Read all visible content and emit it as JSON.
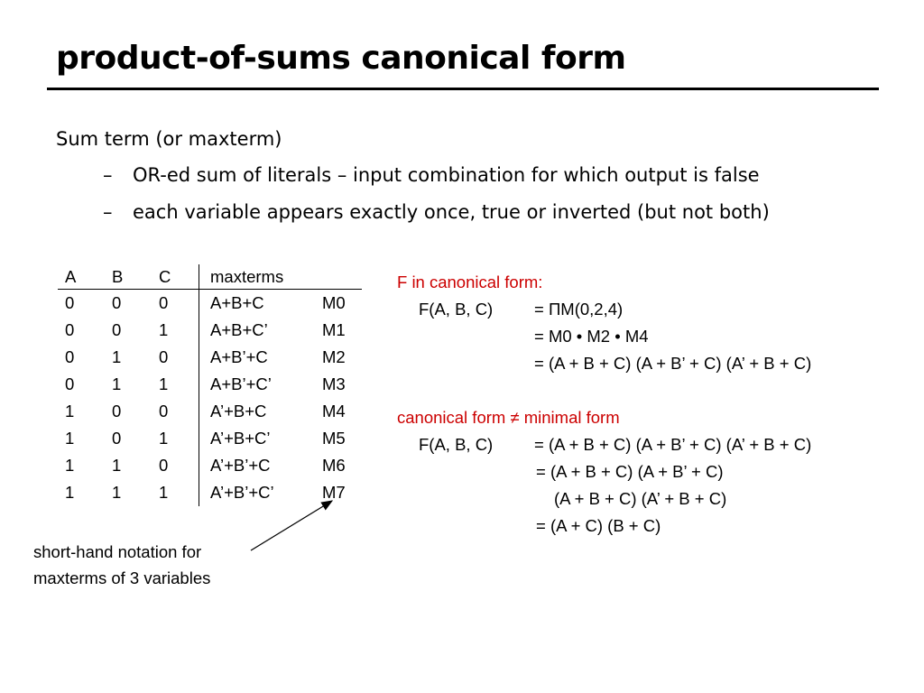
{
  "title": "product-of-sums canonical form",
  "bullets": {
    "main": "Sum term (or maxterm)",
    "sub": [
      {
        "dash": "–",
        "text": "OR-ed sum of literals – input combination for which output is false"
      },
      {
        "dash": "–",
        "text": "each variable appears exactly once, true or inverted (but not both)"
      }
    ]
  },
  "table": {
    "headers": {
      "a": "A",
      "b": "B",
      "c": "C",
      "maxterms": "maxterms"
    },
    "rows": [
      {
        "a": "0",
        "b": "0",
        "c": "0",
        "expr": "A+B+C",
        "m": "M0"
      },
      {
        "a": "0",
        "b": "0",
        "c": "1",
        "expr": "A+B+C’",
        "m": "M1"
      },
      {
        "a": "0",
        "b": "1",
        "c": "0",
        "expr": "A+B’+C",
        "m": "M2"
      },
      {
        "a": "0",
        "b": "1",
        "c": "1",
        "expr": "A+B’+C’",
        "m": "M3"
      },
      {
        "a": "1",
        "b": "0",
        "c": "0",
        "expr": "A’+B+C",
        "m": "M4"
      },
      {
        "a": "1",
        "b": "0",
        "c": "1",
        "expr": "A’+B+C’",
        "m": "M5"
      },
      {
        "a": "1",
        "b": "1",
        "c": "0",
        "expr": "A’+B’+C",
        "m": "M6"
      },
      {
        "a": "1",
        "b": "1",
        "c": "1",
        "expr": "A’+B’+C’",
        "m": "M7"
      }
    ]
  },
  "canonical": {
    "heading": "F in canonical form:",
    "lhs": "F(A, B, C)",
    "line1": "= ΠM(0,2,4)",
    "line2": "=  M0 • M2 • M4",
    "line3": "=  (A + B + C) (A + B’ + C) (A’ + B + C)"
  },
  "minimal": {
    "heading": "canonical form ≠ minimal form",
    "lhs": "F(A, B, C)",
    "line1": "= (A + B + C) (A + B’ + C) (A’ + B + C)",
    "line2": "= (A + B + C) (A + B’ + C)",
    "line3": "(A + B + C) (A’ + B + C)",
    "line4": "= (A + C) (B + C)"
  },
  "note": {
    "line1": "short-hand notation for",
    "line2": "maxterms of 3 variables"
  },
  "colors": {
    "accent_red": "#cc0000"
  }
}
